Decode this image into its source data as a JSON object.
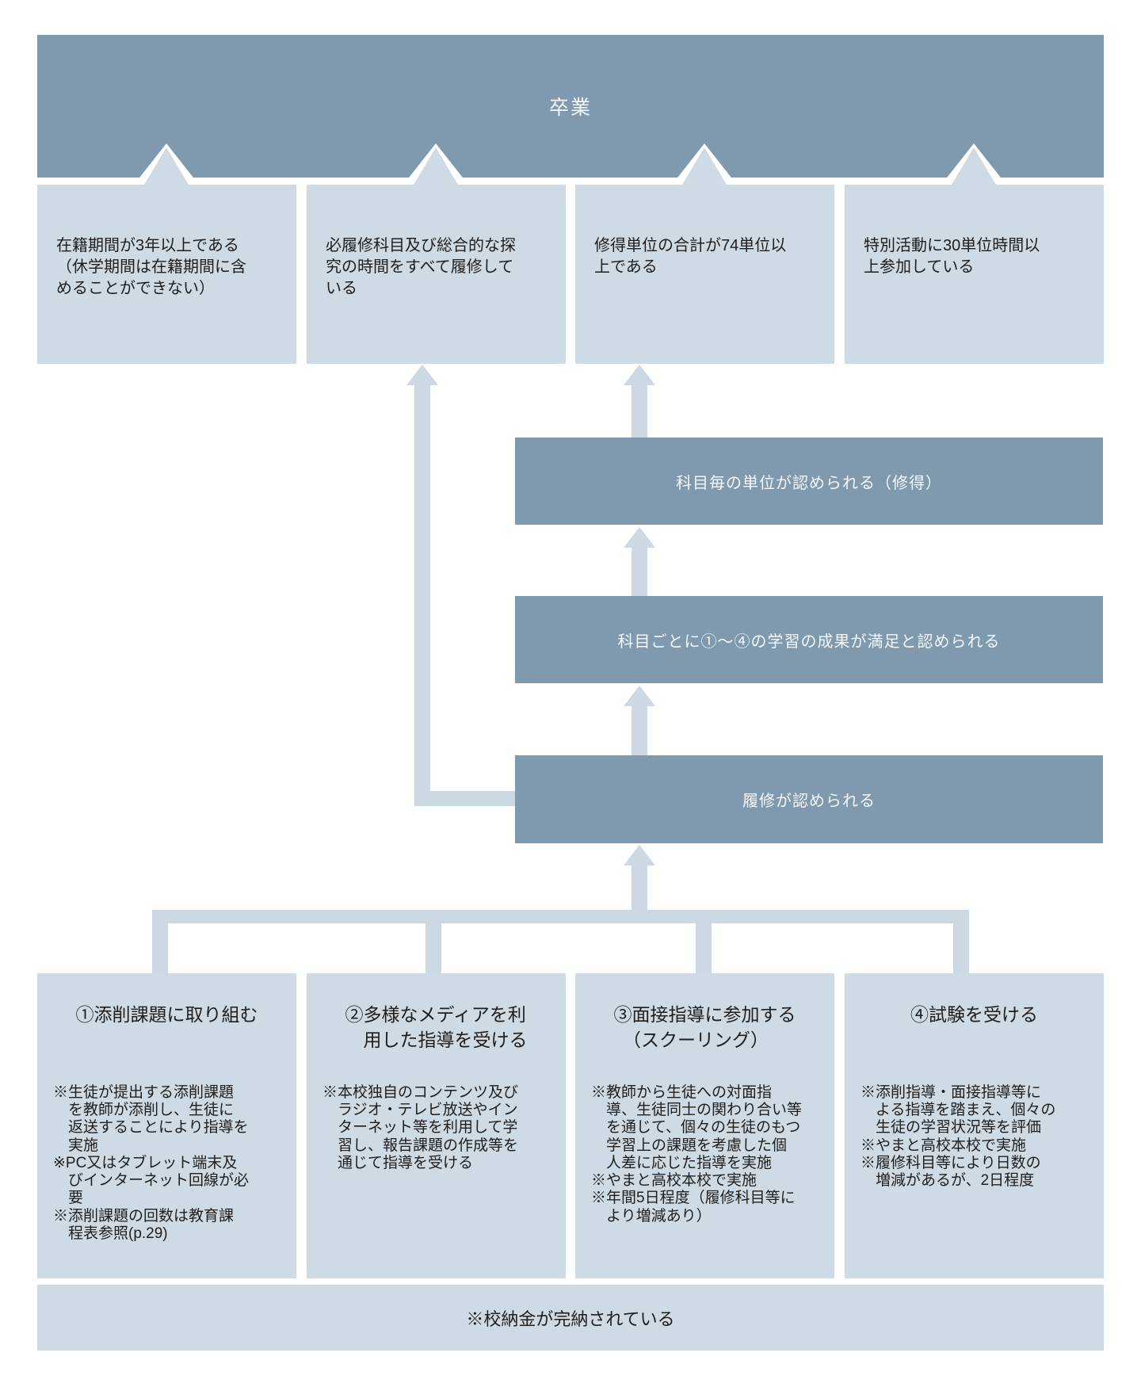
{
  "diagram": {
    "graduation_banner": {
      "label": "卒業"
    },
    "top_conditions": [
      {
        "lines": [
          "在籍期間が3年以上である",
          "（休学期間は在籍期間に含",
          "めることができない）"
        ]
      },
      {
        "lines": [
          "必履修科目及び総合的な探",
          "究の時間をすべて履修して",
          "いる"
        ]
      },
      {
        "lines": [
          "修得単位の合計が74単位以",
          "上である"
        ]
      },
      {
        "lines": [
          "特別活動に30単位時間以",
          "上参加している"
        ]
      }
    ],
    "middle_steps": [
      {
        "label": "科目毎の単位が認められる（修得）"
      },
      {
        "label": "科目ごとに①～④の学習の成果が満足と認められる"
      },
      {
        "label": "履修が認められる"
      }
    ],
    "activities": [
      {
        "title_lines": [
          "①添削課題に取り組む"
        ],
        "notes": [
          {
            "lines": [
              "※生徒が提出する添削課題",
              "を教師が添削し、生徒に",
              "返送することにより指導を",
              "実施"
            ]
          },
          {
            "lines": [
              "※PC又はタブレット端末及",
              "びインターネット回線が必",
              "要"
            ]
          },
          {
            "lines": [
              "※添削課題の回数は教育課",
              "程表参照(p.29)"
            ]
          }
        ]
      },
      {
        "title_lines": [
          "②多様なメディアを利",
          "　用した指導を受ける"
        ],
        "notes": [
          {
            "lines": [
              "※本校独自のコンテンツ及び",
              "ラジオ・テレビ放送やイン",
              "ターネット等を利用して学",
              "習し、報告課題の作成等を",
              "通じて指導を受ける"
            ]
          }
        ]
      },
      {
        "title_lines": [
          "③面接指導に参加する",
          "　（スクーリング）"
        ],
        "notes": [
          {
            "lines": [
              "※教師から生徒への対面指",
              "導、生徒同士の関わり合い等",
              "を通じて、個々の生徒のもつ",
              "学習上の課題を考慮した個",
              "人差に応じた指導を実施"
            ]
          },
          {
            "lines": [
              "※やまと高校本校で実施"
            ]
          },
          {
            "lines": [
              "※年間5日程度（履修科目等に",
              "より増減あり）"
            ]
          }
        ]
      },
      {
        "title_lines": [
          "④試験を受ける"
        ],
        "notes": [
          {
            "lines": [
              "※添削指導・面接指導等に",
              "よる指導を踏まえ、個々の",
              "生徒の学習状況等を評価"
            ]
          },
          {
            "lines": [
              "※やまと高校本校で実施"
            ]
          },
          {
            "lines": [
              "※履修科目等により日数の",
              "増減があるが、2日程度"
            ]
          }
        ]
      }
    ],
    "footer_note": "※校納金が完納されている",
    "colors": {
      "banner_fill": "#7f9aae",
      "box_fill": "#cfdbe4",
      "connector_fill": "#ccd9e2",
      "banner_text": "#f4f8fa",
      "body_text": "#1e1e1e"
    }
  }
}
